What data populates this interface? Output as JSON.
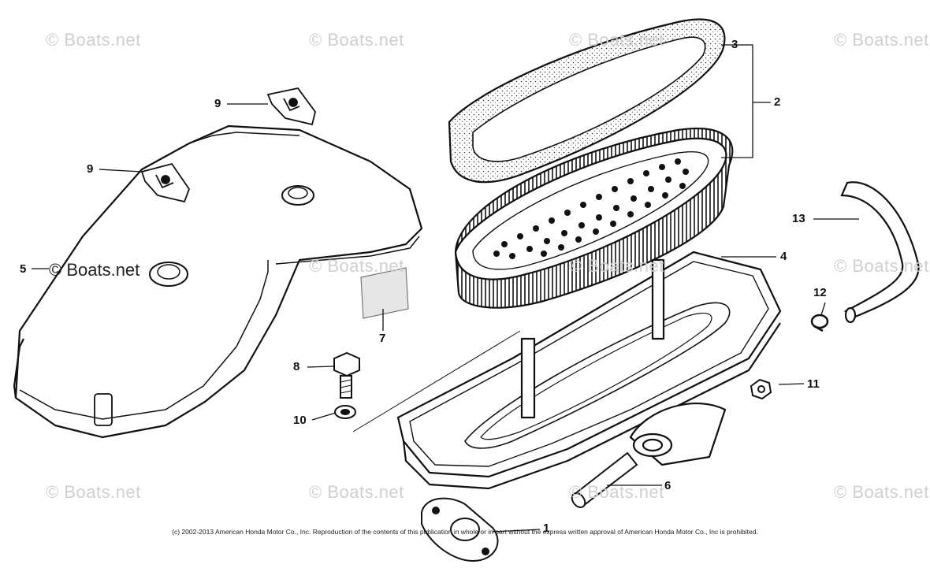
{
  "watermark": "© Boats.net",
  "callouts": {
    "c1": "1",
    "c2": "2",
    "c3": "3",
    "c4": "4",
    "c5": "5",
    "c6": "6",
    "c7": "7",
    "c8": "8",
    "c9a": "9",
    "c9b": "9",
    "c10": "10",
    "c11": "11",
    "c12": "12",
    "c13": "13"
  },
  "copyright": "(c) 2002-2013 American Honda Motor Co., Inc. Reproduction of the contents of this publication in whole or in part without the express written approval of American Honda Motor Co., Inc is prohibited."
}
